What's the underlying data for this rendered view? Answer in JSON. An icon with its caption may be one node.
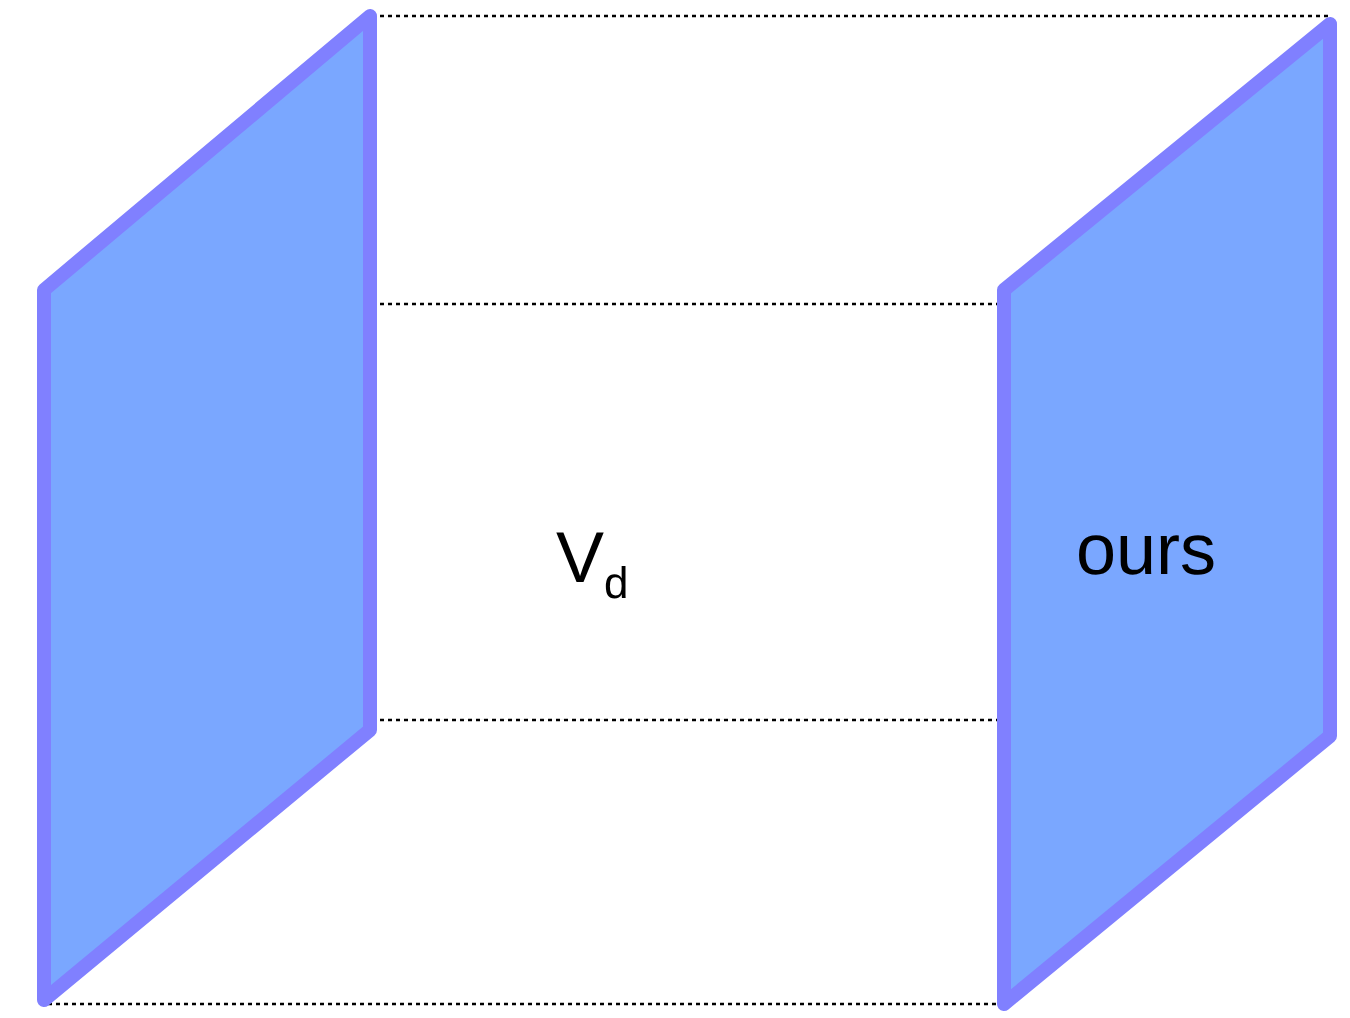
{
  "diagram": {
    "nodes": [
      {
        "text": [],
        "shape": "parallelogram"
      },
      {
        "text": [
          "ours"
        ]
      }
    ],
    "edges": [
      {
        "from": 0,
        "to": 1,
        "arrow": "none",
        "style": "dashed"
      },
      {
        "from": 0,
        "to": 1,
        "arrow": "none",
        "style": "dashed"
      },
      {
        "from": 0,
        "to": 1,
        "arrow": "none",
        "style": "dashed"
      },
      {
        "from": 0,
        "to": 1,
        "arrow": "none",
        "style": "dashed"
      }
    ],
    "labels": [
      "V$_{d}$"
    ]
  }
}
